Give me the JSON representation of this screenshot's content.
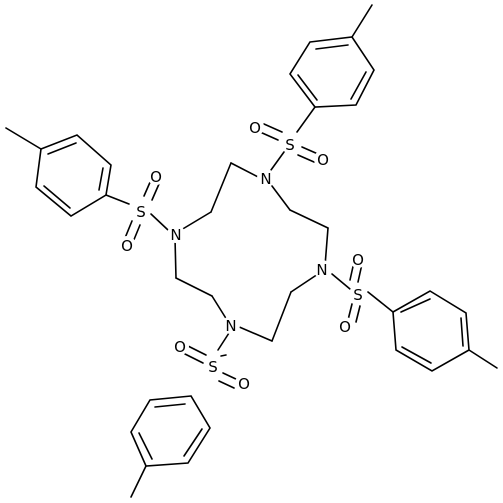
{
  "molecule": {
    "atoms": {
      "nitrogen": "N",
      "sulfur": "S",
      "oxygen": "O"
    }
  }
}
